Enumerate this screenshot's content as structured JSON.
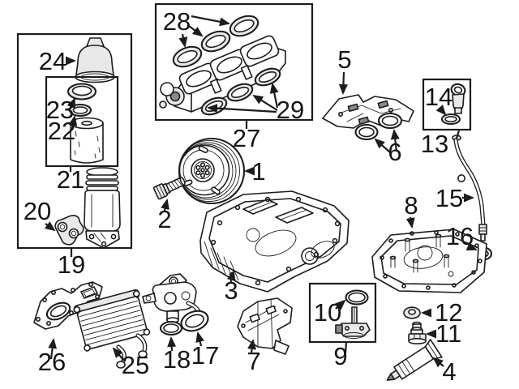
{
  "diagram": {
    "type": "exploded-parts-diagram",
    "subject": "engine-oil-system-and-intake-parts",
    "colors": {
      "background": "#ffffff",
      "line": "#1c1c1c",
      "shade_light": "#e8e8e8",
      "shade_dark": "#8a8a8a"
    },
    "callouts": {
      "1": "1",
      "2": "2",
      "3": "3",
      "4": "4",
      "5": "5",
      "6": "6",
      "7": "7",
      "8": "8",
      "9": "9",
      "10": "10",
      "11": "11",
      "12": "12",
      "13": "13",
      "14": "14",
      "15": "15",
      "16": "16",
      "17": "17",
      "18": "18",
      "19": "19",
      "20": "20",
      "21": "21",
      "22": "22",
      "23": "23",
      "24": "24",
      "25": "25",
      "26": "26",
      "27": "27",
      "28": "28",
      "29": "29"
    }
  }
}
